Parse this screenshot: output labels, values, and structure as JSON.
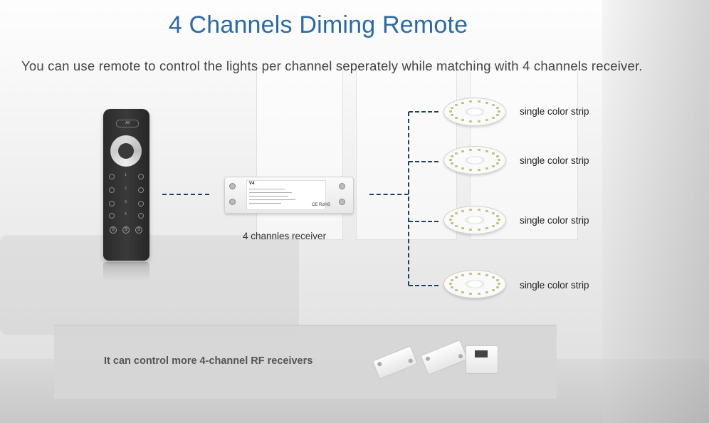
{
  "header": {
    "title": "4 Channels Diming Remote",
    "subtitle": "You can use remote to control the lights per channel seperately while matching with 4 channels receiver."
  },
  "remote": {
    "top_button_label": "All",
    "channel_buttons": [
      "1",
      "2",
      "3",
      "4"
    ],
    "scene_buttons": [
      "S",
      "S",
      "S"
    ]
  },
  "receiver": {
    "model": "V4",
    "caption": "4 channles receiver",
    "mark": "CE RoHS"
  },
  "strips": [
    {
      "label": "single color strip"
    },
    {
      "label": "single color strip"
    },
    {
      "label": "single color strip"
    },
    {
      "label": "single color strip"
    }
  ],
  "bottom_panel": {
    "text": "It can control more 4-channel RF receivers"
  },
  "colors": {
    "title": "#2a6aa8",
    "connector_lines": "#1f3f66",
    "panel_bg": "#d6d6d6"
  }
}
